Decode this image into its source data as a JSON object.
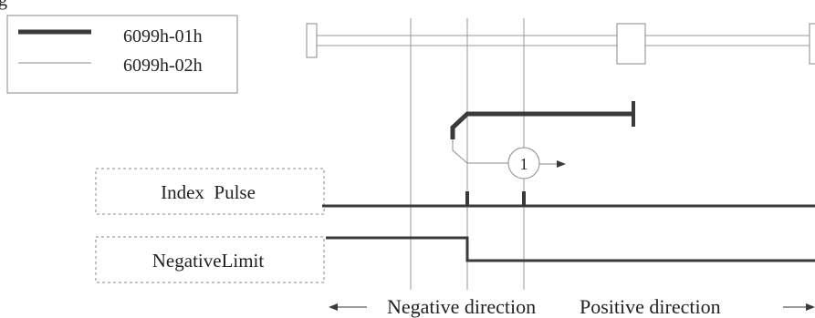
{
  "legend": {
    "items": [
      {
        "label": "6099h-01h",
        "style": "thick"
      },
      {
        "label": "6099h-02h",
        "style": "thin"
      }
    ]
  },
  "signals": [
    {
      "label": "Index  Pulse"
    },
    {
      "label": "NegativeLimit"
    }
  ],
  "step_marker": "1",
  "directions": {
    "negative": "Negative direction",
    "positive": "Positive direction"
  },
  "colors": {
    "line": "#3a3a3a",
    "thin_line": "#8a8a8a",
    "dashed_border": "#888888"
  }
}
